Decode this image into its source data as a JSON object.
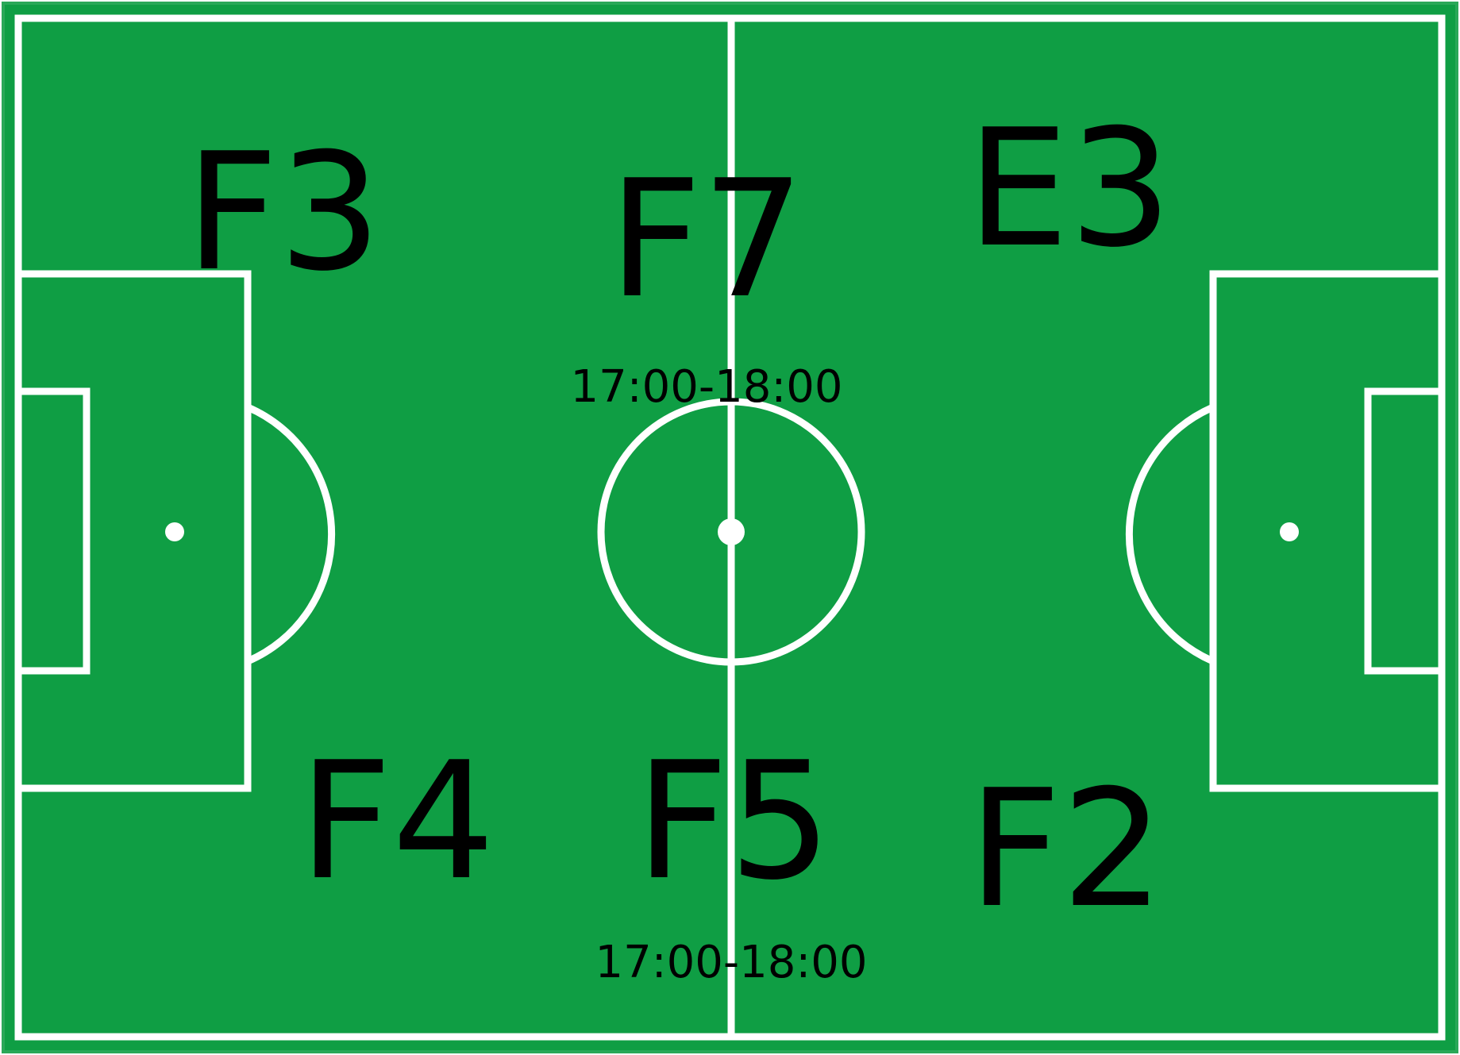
{
  "colors": {
    "grass": "#0f9e44",
    "lines": "#ffffff",
    "text": "#000000"
  },
  "zones": {
    "f3": "F3",
    "f7": "F7",
    "e3": "E3",
    "f4": "F4",
    "f5": "F5",
    "f2": "F2"
  },
  "times": {
    "top": "17:00-18:00",
    "bottom": "17:00-18:00"
  }
}
